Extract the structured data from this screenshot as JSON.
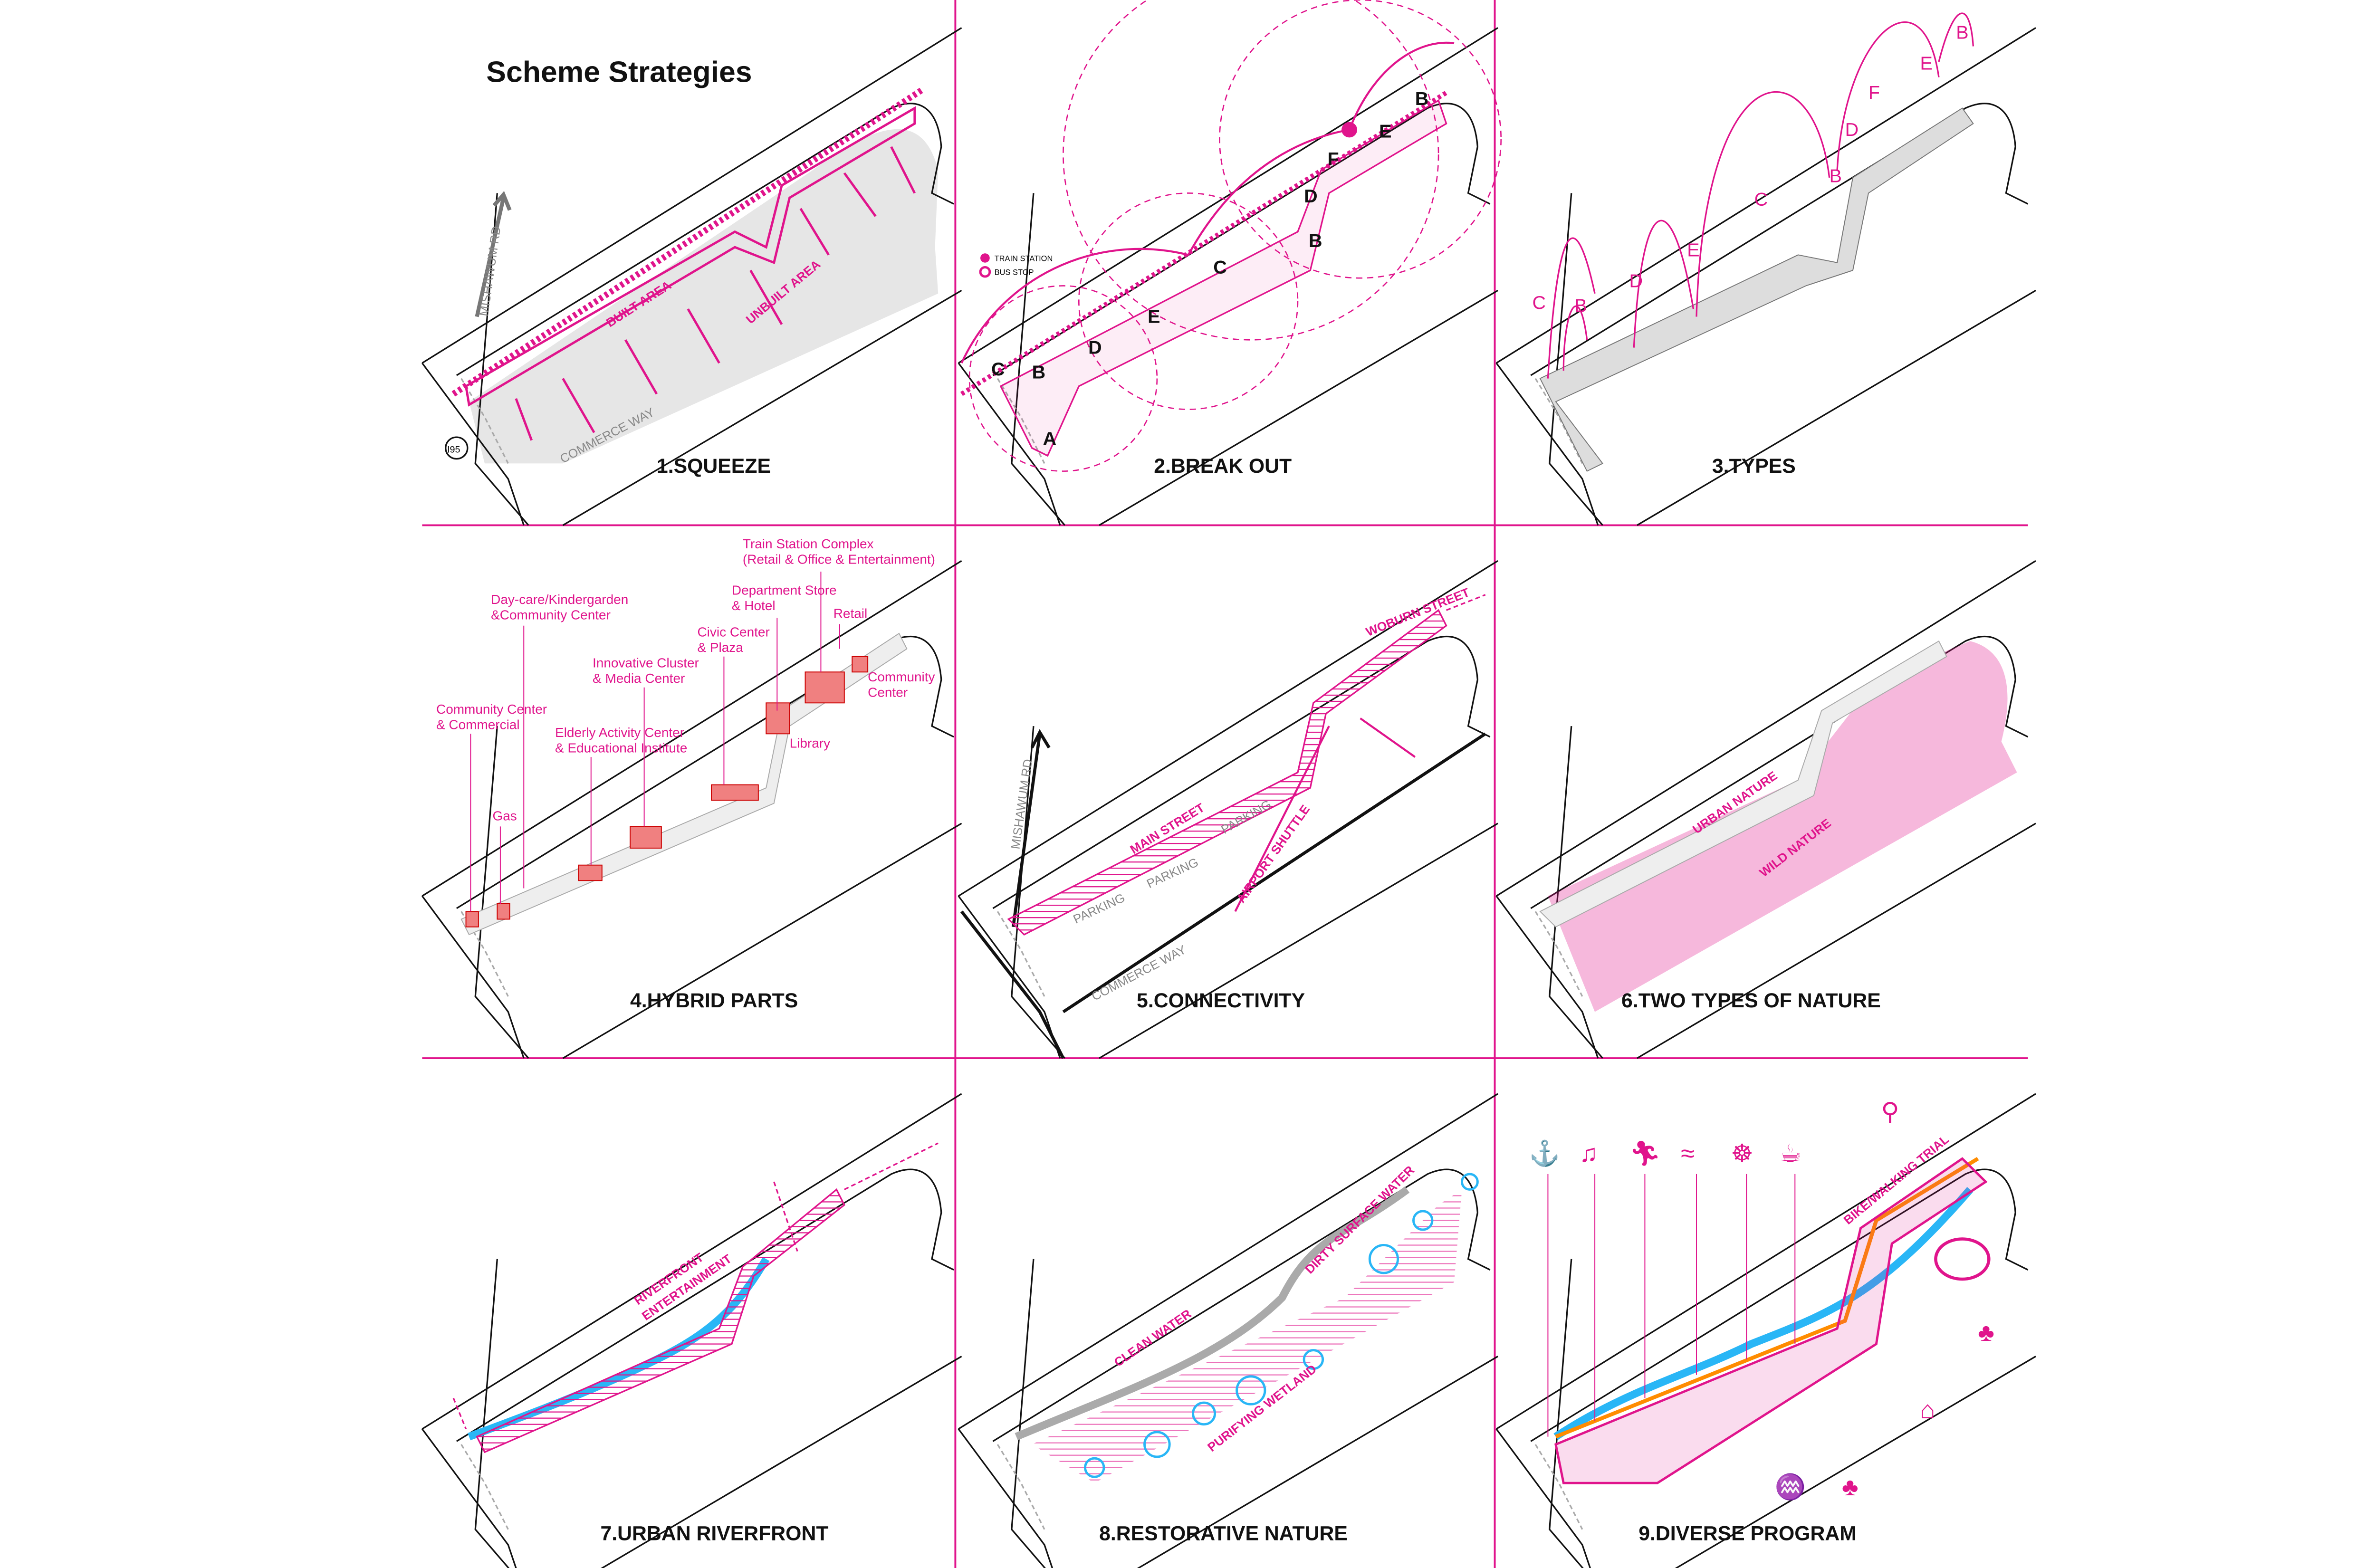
{
  "title": "Scheme Strategies",
  "colors": {
    "accent": "#e0148c",
    "water": "#29b6f6",
    "trail": "#ff8c00",
    "line": "#111111"
  },
  "panels": [
    {
      "caption": "1.SQUEEZE",
      "labels": {
        "road": "MISHAWUM RD",
        "built": "BUILT AREA",
        "unbuilt": "UNBUILT AREA",
        "commerce": "COMMERCE WAY",
        "highway": "I95"
      }
    },
    {
      "caption": "2.BREAK OUT",
      "legend": {
        "train": "TRAIN STATION",
        "bus": "BUS STOP"
      },
      "letters": [
        "A",
        "B",
        "C",
        "D",
        "E",
        "C",
        "B",
        "D",
        "F",
        "E",
        "B"
      ]
    },
    {
      "caption": "3.TYPES",
      "letters": [
        "C",
        "B",
        "D",
        "E",
        "C",
        "B",
        "D",
        "F",
        "E",
        "B"
      ]
    },
    {
      "caption": "4.HYBRID PARTS",
      "labels": [
        "Train Station Complex",
        "(Retail & Office & Entertainment)",
        "Department Store",
        "& Hotel",
        "Retail",
        "Day-care/Kindergarden",
        "&Community Center",
        "Civic Center",
        "& Plaza",
        "Innovative Cluster",
        "& Media Center",
        "Community",
        "Center",
        "Community Center",
        "& Commercial",
        "Elderly Activity Center",
        "& Educational Institute",
        "Library",
        "Gas"
      ]
    },
    {
      "caption": "5.CONNECTIVITY",
      "labels": {
        "woburn": "WOBURN STREET",
        "main": "MAIN STREET",
        "parking": "PARKING",
        "shuttle": "AIRPORT SHUTTLE",
        "road": "MISHAWUM RD",
        "commerce": "COMMERCE WAY"
      }
    },
    {
      "caption": "6.TWO TYPES OF NATURE",
      "labels": {
        "urban": "URBAN NATURE",
        "wild": "WILD NATURE"
      }
    },
    {
      "caption": "7.URBAN RIVERFRONT",
      "labels": {
        "riverfront": "RIVERFRONT",
        "entertainment": "ENTERTAINMENT"
      }
    },
    {
      "caption": "8.RESTORATIVE NATURE",
      "labels": {
        "clean": "CLEAN WATER",
        "dirty": "DIRTY SURFACE WATER",
        "wetland": "PURIFYING WETLAND"
      }
    },
    {
      "caption": "9.DIVERSE PROGRAM",
      "labels": {
        "trail": "BIKE/WALKING TRIAL"
      },
      "icons": [
        "fishing-icon",
        "guitar-icon",
        "running-icon",
        "swimming-icon",
        "meditation-icon",
        "coffee-icon",
        "bicycle-icon",
        "picnic-icon",
        "trees-icon",
        "wetland-icon"
      ]
    }
  ]
}
